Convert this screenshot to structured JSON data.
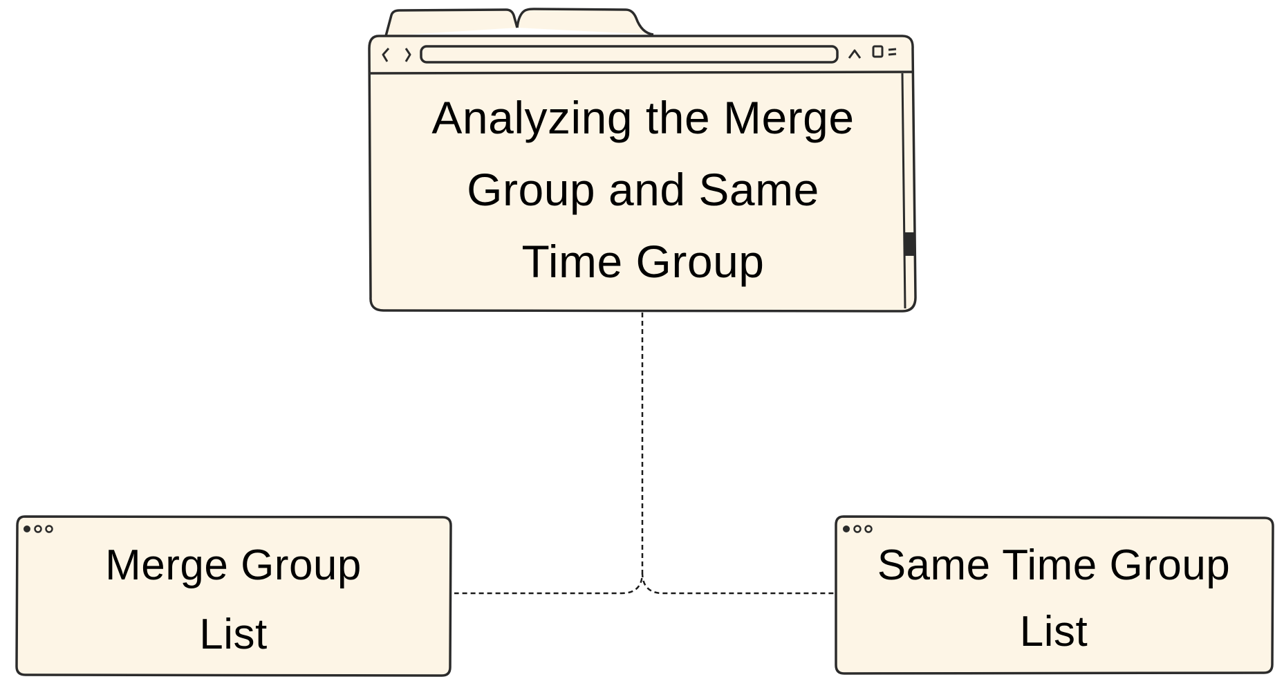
{
  "diagram": {
    "root": {
      "lines": [
        "Analyzing the Merge",
        "Group and Same",
        "Time Group"
      ]
    },
    "children": [
      {
        "lines": [
          "Merge Group",
          "List"
        ]
      },
      {
        "lines": [
          "Same Time Group",
          "List"
        ]
      }
    ]
  },
  "colors": {
    "box_fill": "#fdf5e6",
    "stroke": "#2b2b2b"
  }
}
